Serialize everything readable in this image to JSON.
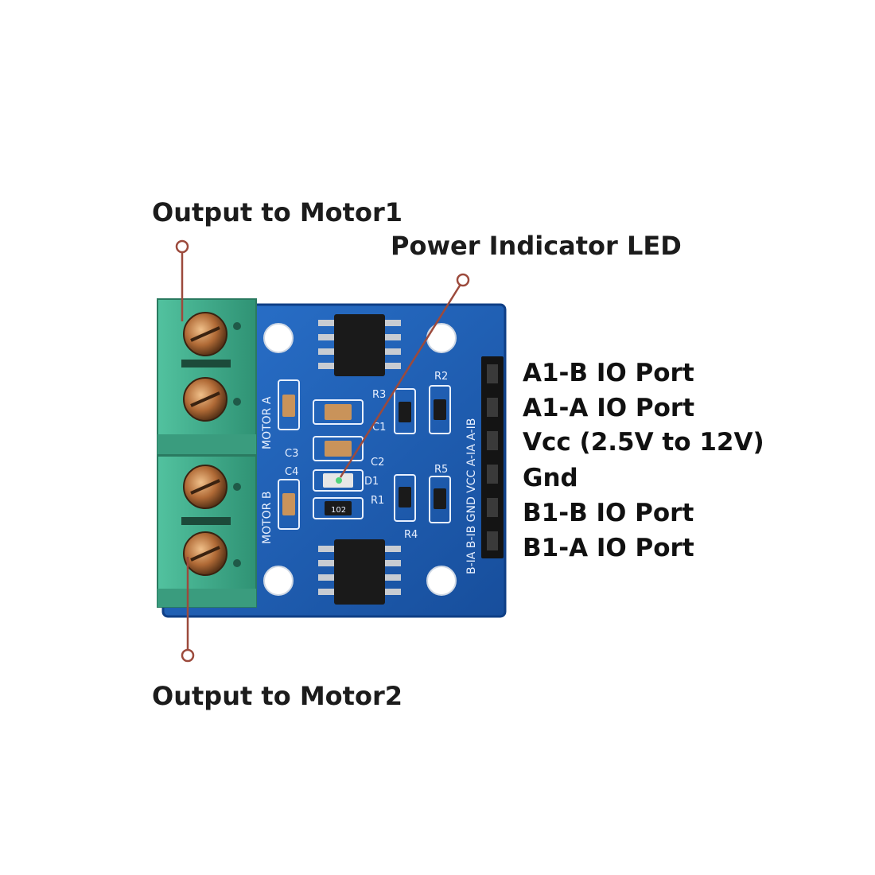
{
  "callouts": {
    "motor1": "Output to Motor1",
    "motor2": "Output to Motor2",
    "led": "Power Indicator LED"
  },
  "pins": [
    "A1-B IO Port",
    "A1-A IO Port",
    "Vcc (2.5V to 12V)",
    "Gnd",
    "B1-B IO Port",
    "B1-A IO Port"
  ],
  "silkscreen": {
    "motor_a": "MOTOR A",
    "motor_b": "MOTOR B",
    "header_row": "B-IA B-IB GND VCC A-IA A-IB",
    "c1": "C1",
    "c2": "C2",
    "c3": "C3",
    "c4": "C4",
    "r1": "R1",
    "r2": "R2",
    "r3": "R3",
    "r4": "R4",
    "r5": "R5",
    "d1": "D1",
    "resistor_marking": "102"
  },
  "colors": {
    "pcb": "#1d5fb8",
    "terminal": "#3fae8c",
    "leader": "#9c4a3c",
    "label": "#1c1c1c"
  }
}
